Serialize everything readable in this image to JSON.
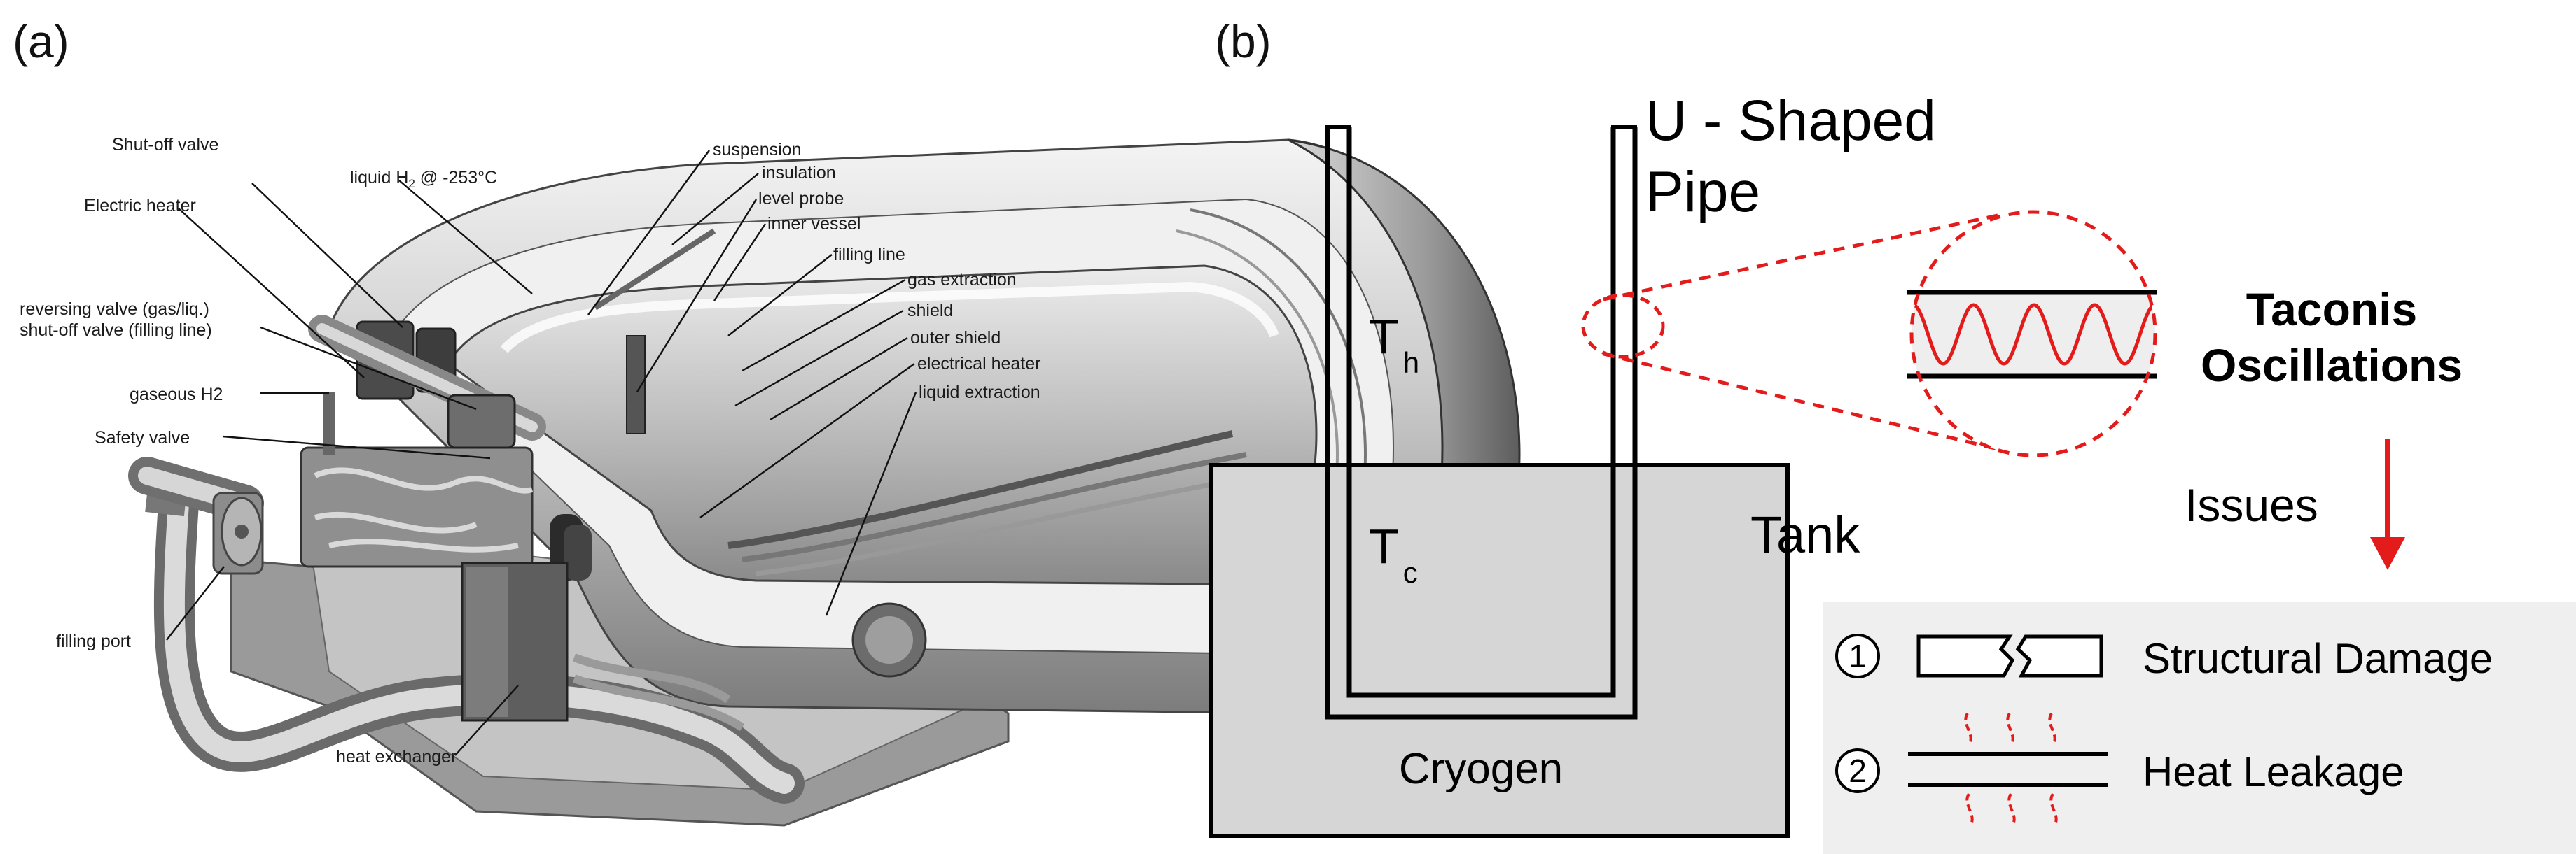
{
  "panel_a": {
    "panel_label": "(a)",
    "callouts": {
      "shutoff_valve": "Shut-off valve",
      "electric_heater": "Electric heater",
      "liquid_h2_prefix": "liquid H",
      "liquid_h2_sub": "2",
      "liquid_h2_suffix": " @ -253°C",
      "reversing_valve": "reversing valve (gas/liq.)",
      "shutoff_filling": "shut-off valve (filling line)",
      "gaseous_h2": "gaseous H2",
      "safety_valve": "Safety valve",
      "filling_port": "filling port",
      "heat_exchanger": "heat exchanger",
      "suspension": "suspension",
      "insulation": "insulation",
      "level_probe": "level probe",
      "inner_vessel": "inner vessel",
      "filling_line": "filling line",
      "gas_extraction": "gas extraction",
      "shield": "shield",
      "outer_shield": "outer shield",
      "electrical_heater": "electrical heater",
      "liquid_extraction": "liquid extraction"
    }
  },
  "panel_b": {
    "panel_label": "(b)",
    "pipe_label_line1": "U - Shaped",
    "pipe_label_line2": "Pipe",
    "th_main": "T",
    "th_sub": "h",
    "tc_main": "T",
    "tc_sub": "c",
    "tank_label": "Tank",
    "cryogen_label": "Cryogen",
    "oscillations_line1": "Taconis",
    "oscillations_line2": "Oscillations",
    "issues_label": "Issues",
    "issues": [
      {
        "number": "1",
        "label": "Structural Damage"
      },
      {
        "number": "2",
        "label": "Heat Leakage"
      }
    ],
    "colors": {
      "accent_red": "#e31b1b",
      "tank_fill": "#d7d6d7",
      "issues_box": "#efefef"
    }
  }
}
